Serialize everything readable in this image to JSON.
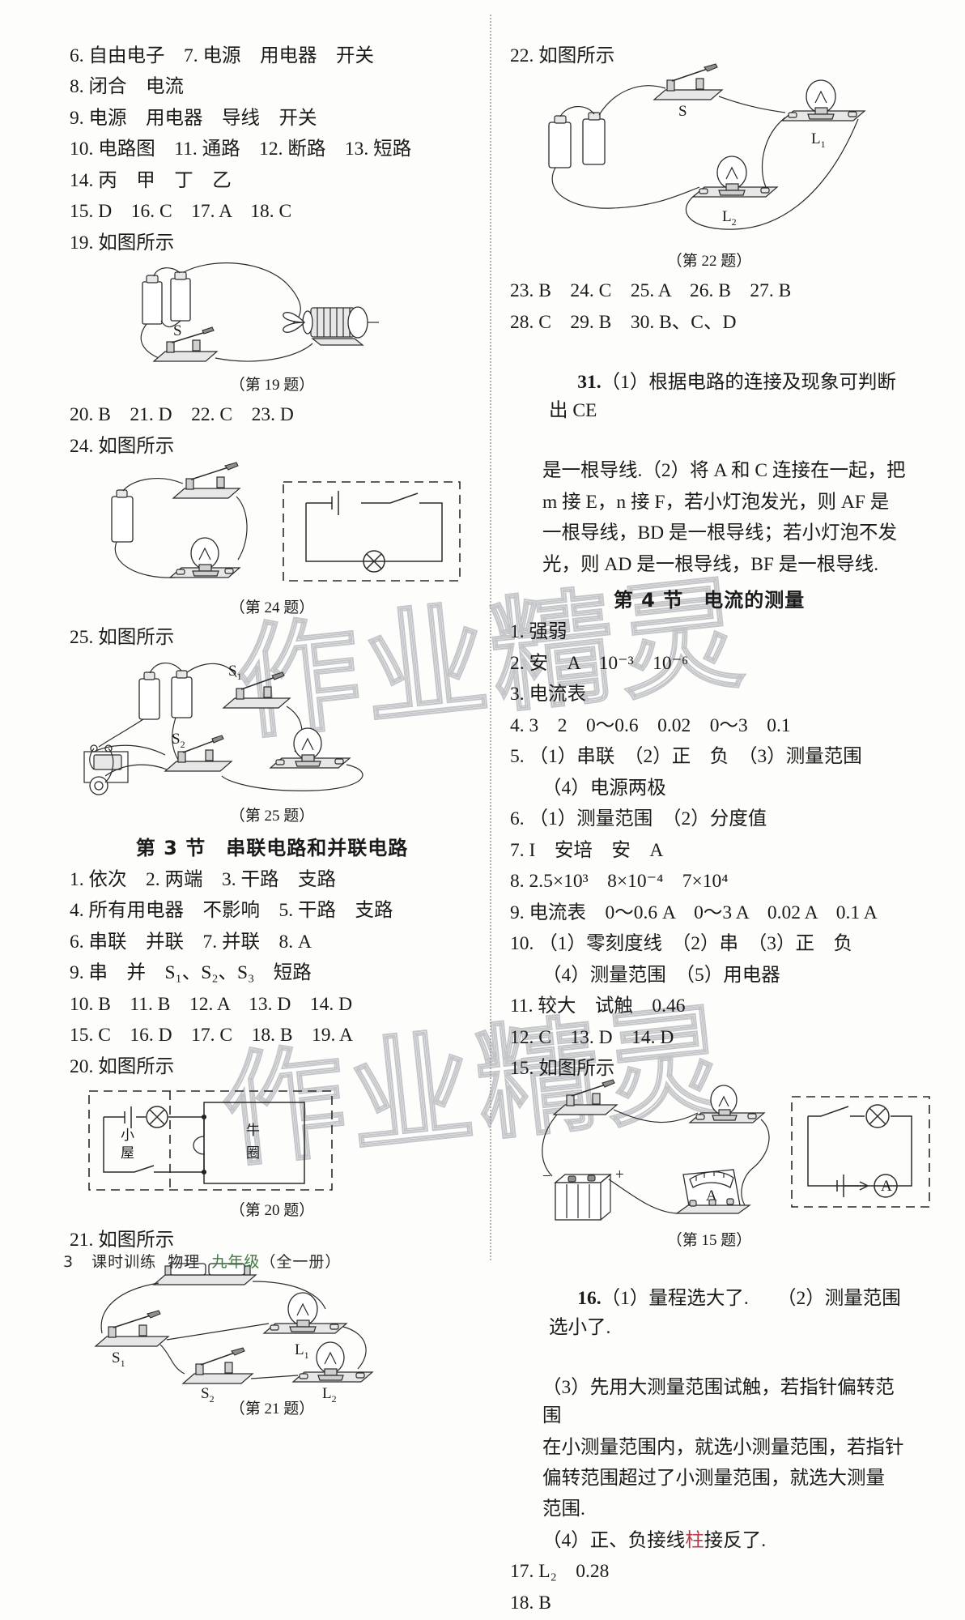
{
  "footer": {
    "page_number": "3",
    "book": "课时训练",
    "subject": "物理",
    "grade": "九年级",
    "volume": "（全一册）"
  },
  "watermark": {
    "text": "作业精灵"
  },
  "left_column": {
    "lines": [
      "6. 自由电子　7. 电源　用电器　开关",
      "8. 闭合　电流",
      "9. 电源　用电器　导线　开关",
      "10. 电路图　11. 通路　12. 断路　13. 短路",
      "14. 丙　甲　丁　乙",
      "15. D　16. C　17. A　18. C",
      "19. 如图所示"
    ],
    "fig19_caption": "（第 19 题）",
    "lines2": [
      "20. B　21. D　22. C　23. D",
      "24. 如图所示"
    ],
    "fig24_caption": "（第 24 题）",
    "lines3": [
      "25. 如图所示"
    ],
    "fig25_caption": "（第 25 题）",
    "section3_title": "第 3 节　串联电路和并联电路",
    "lines4": [
      "1. 依次　2. 两端　3. 干路　支路",
      "4. 所有用电器　不影响　5. 干路　支路",
      "6. 串联　并联　7. 并联　8. A",
      "9. 串　并　S₁、S₂、S₃　短路",
      "10. B　11. B　12. A　13. D　14. D",
      "15. C　16. D　17. C　18. B　19. A",
      "20. 如图所示"
    ],
    "fig20_caption": "（第 20 题）",
    "fig20_labels": {
      "house": "小屋",
      "pen": "牛圈"
    },
    "lines5": [
      "21. 如图所示"
    ],
    "fig21_caption": "（第 21 题）",
    "fig_labels": {
      "s": "S",
      "s1": "S",
      "s2": "S",
      "l1": "L",
      "l2": "L",
      "sub1": "1",
      "sub2": "2"
    }
  },
  "right_column": {
    "line22": "22. 如图所示",
    "fig22_caption": "（第 22 题）",
    "lines": [
      "23. B　24. C　25. A　26. B　27. B",
      "28. C　29. B　30. B、C、D"
    ],
    "q31": {
      "num": "31.",
      "l1": "（1）根据电路的连接及现象可判断出 CE",
      "l2": "是一根导线.（2）将 A 和 C 连接在一起，把",
      "l3": "m 接 E，n 接 F，若小灯泡发光，则 AF 是",
      "l4": "一根导线，BD 是一根导线；若小灯泡不发",
      "l5": "光，则 AD 是一根导线，BF 是一根导线."
    },
    "section4_title": "第 4 节　电流的测量",
    "lines2": [
      "1. 强弱",
      "2. 安　A　10⁻³　10⁻⁶",
      "3. 电流表",
      "4. 3　2　0～0.6　0.02　0～3　0.1",
      "5. （1）串联　（2）正　负　（3）测量范围",
      "（4）电源两极",
      "6. （1）测量范围　（2）分度值",
      "7. I　安培　安　A",
      "8. 2.5×10³　8×10⁻⁴　7×10⁴",
      "9. 电流表　0～0.6 A　0～3 A　0.02 A　0.1 A",
      "10. （1）零刻度线　（2）串　（3）正　负",
      "（4）测量范围　（5）用电器",
      "11. 较大　试触　0.46",
      "12. C　13. D　14. D",
      "15. 如图所示"
    ],
    "fig15_caption": "（第 15 题）",
    "fig15_labels": {
      "minus": "−",
      "plus": "+",
      "ammeter": "A"
    },
    "q16": {
      "num": "16.",
      "l1": "（1）量程选大了.　　（2）测量范围选小了.",
      "l2": "（3）先用大测量范围试触，若指针偏转范围",
      "l3": "在小测量范围内，就选小测量范围，若指针",
      "l4": "偏转范围超过了小测量范围，就选大测量",
      "l5": "范围.",
      "l6_a": "（4）正、负接线",
      "l6_b": "柱",
      "l6_c": "接反了."
    },
    "lines3": [
      "17. L₂　0.28",
      "18. B"
    ]
  }
}
